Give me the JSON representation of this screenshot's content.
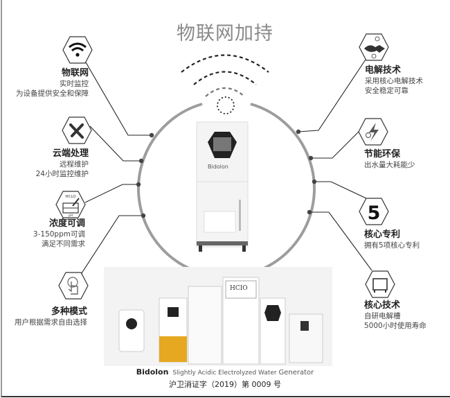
{
  "title": "物联网加持",
  "features_left": [
    {
      "icon": "wifi-icon",
      "heading": "物联网",
      "lines": [
        "实时监控",
        "为设备提供安全和保障"
      ]
    },
    {
      "icon": "tools-icon",
      "heading": "云端处理",
      "lines": [
        "远程维护",
        "24小时监控维护"
      ]
    },
    {
      "icon": "concentration-icon",
      "icon_text": "HCLO",
      "icon_sub": "pH",
      "heading": "浓度可调",
      "lines": [
        "3-150ppm可调",
        "满足不同需求"
      ]
    },
    {
      "icon": "touch-hand-icon",
      "heading": "多种模式",
      "lines": [
        "用户根据需求自由选择"
      ]
    }
  ],
  "features_right": [
    {
      "icon": "electrolysis-icon",
      "heading": "电解技术",
      "lines": [
        "采用核心电解技术",
        "安全稳定可靠"
      ]
    },
    {
      "icon": "energy-saving-icon",
      "heading": "节能环保",
      "lines": [
        "出水量大耗能少"
      ]
    },
    {
      "icon": "number-five-icon",
      "icon_text": "5",
      "heading": "核心专利",
      "lines": [
        "拥有5项核心专利"
      ]
    },
    {
      "icon": "electrolytic-cell-icon",
      "heading": "核心技术",
      "lines": [
        "自研电解槽",
        "5000小时使用寿命"
      ]
    }
  ],
  "device_brand": "Bidolon",
  "product_panel_label": "HCIO",
  "footer": {
    "brand": "Bidolon",
    "product": "Slightly Acidic Electrolyzed Water",
    "product_suffix": "Generator",
    "certificate": "沪卫消证字（2019）第 0009 号"
  }
}
